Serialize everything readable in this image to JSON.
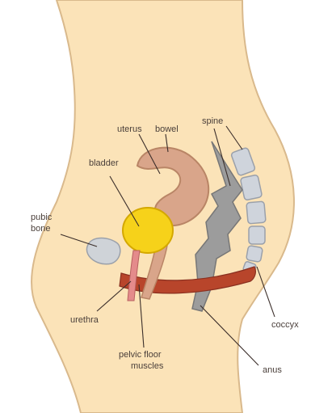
{
  "labels": {
    "uterus": "uterus",
    "bowel": "bowel",
    "spine": "spine",
    "bladder": "bladder",
    "pubic_bone_line1": "pubic",
    "pubic_bone_line2": "bone",
    "urethra": "urethra",
    "coccyx": "coccyx",
    "pelvic_floor_line1": "pelvic floor",
    "pelvic_floor_line2": "muscles",
    "anus": "anus"
  },
  "colors": {
    "skin": "#fbe3b8",
    "outline": "#d9b98c",
    "uterus": "#d9a58a",
    "uterus_dark": "#b98566",
    "bladder": "#f6d21a",
    "bowel": "#9c9c9c",
    "spine": "#cfd4dc",
    "muscle": "#b8452b",
    "bone": "#cfd3d8"
  }
}
